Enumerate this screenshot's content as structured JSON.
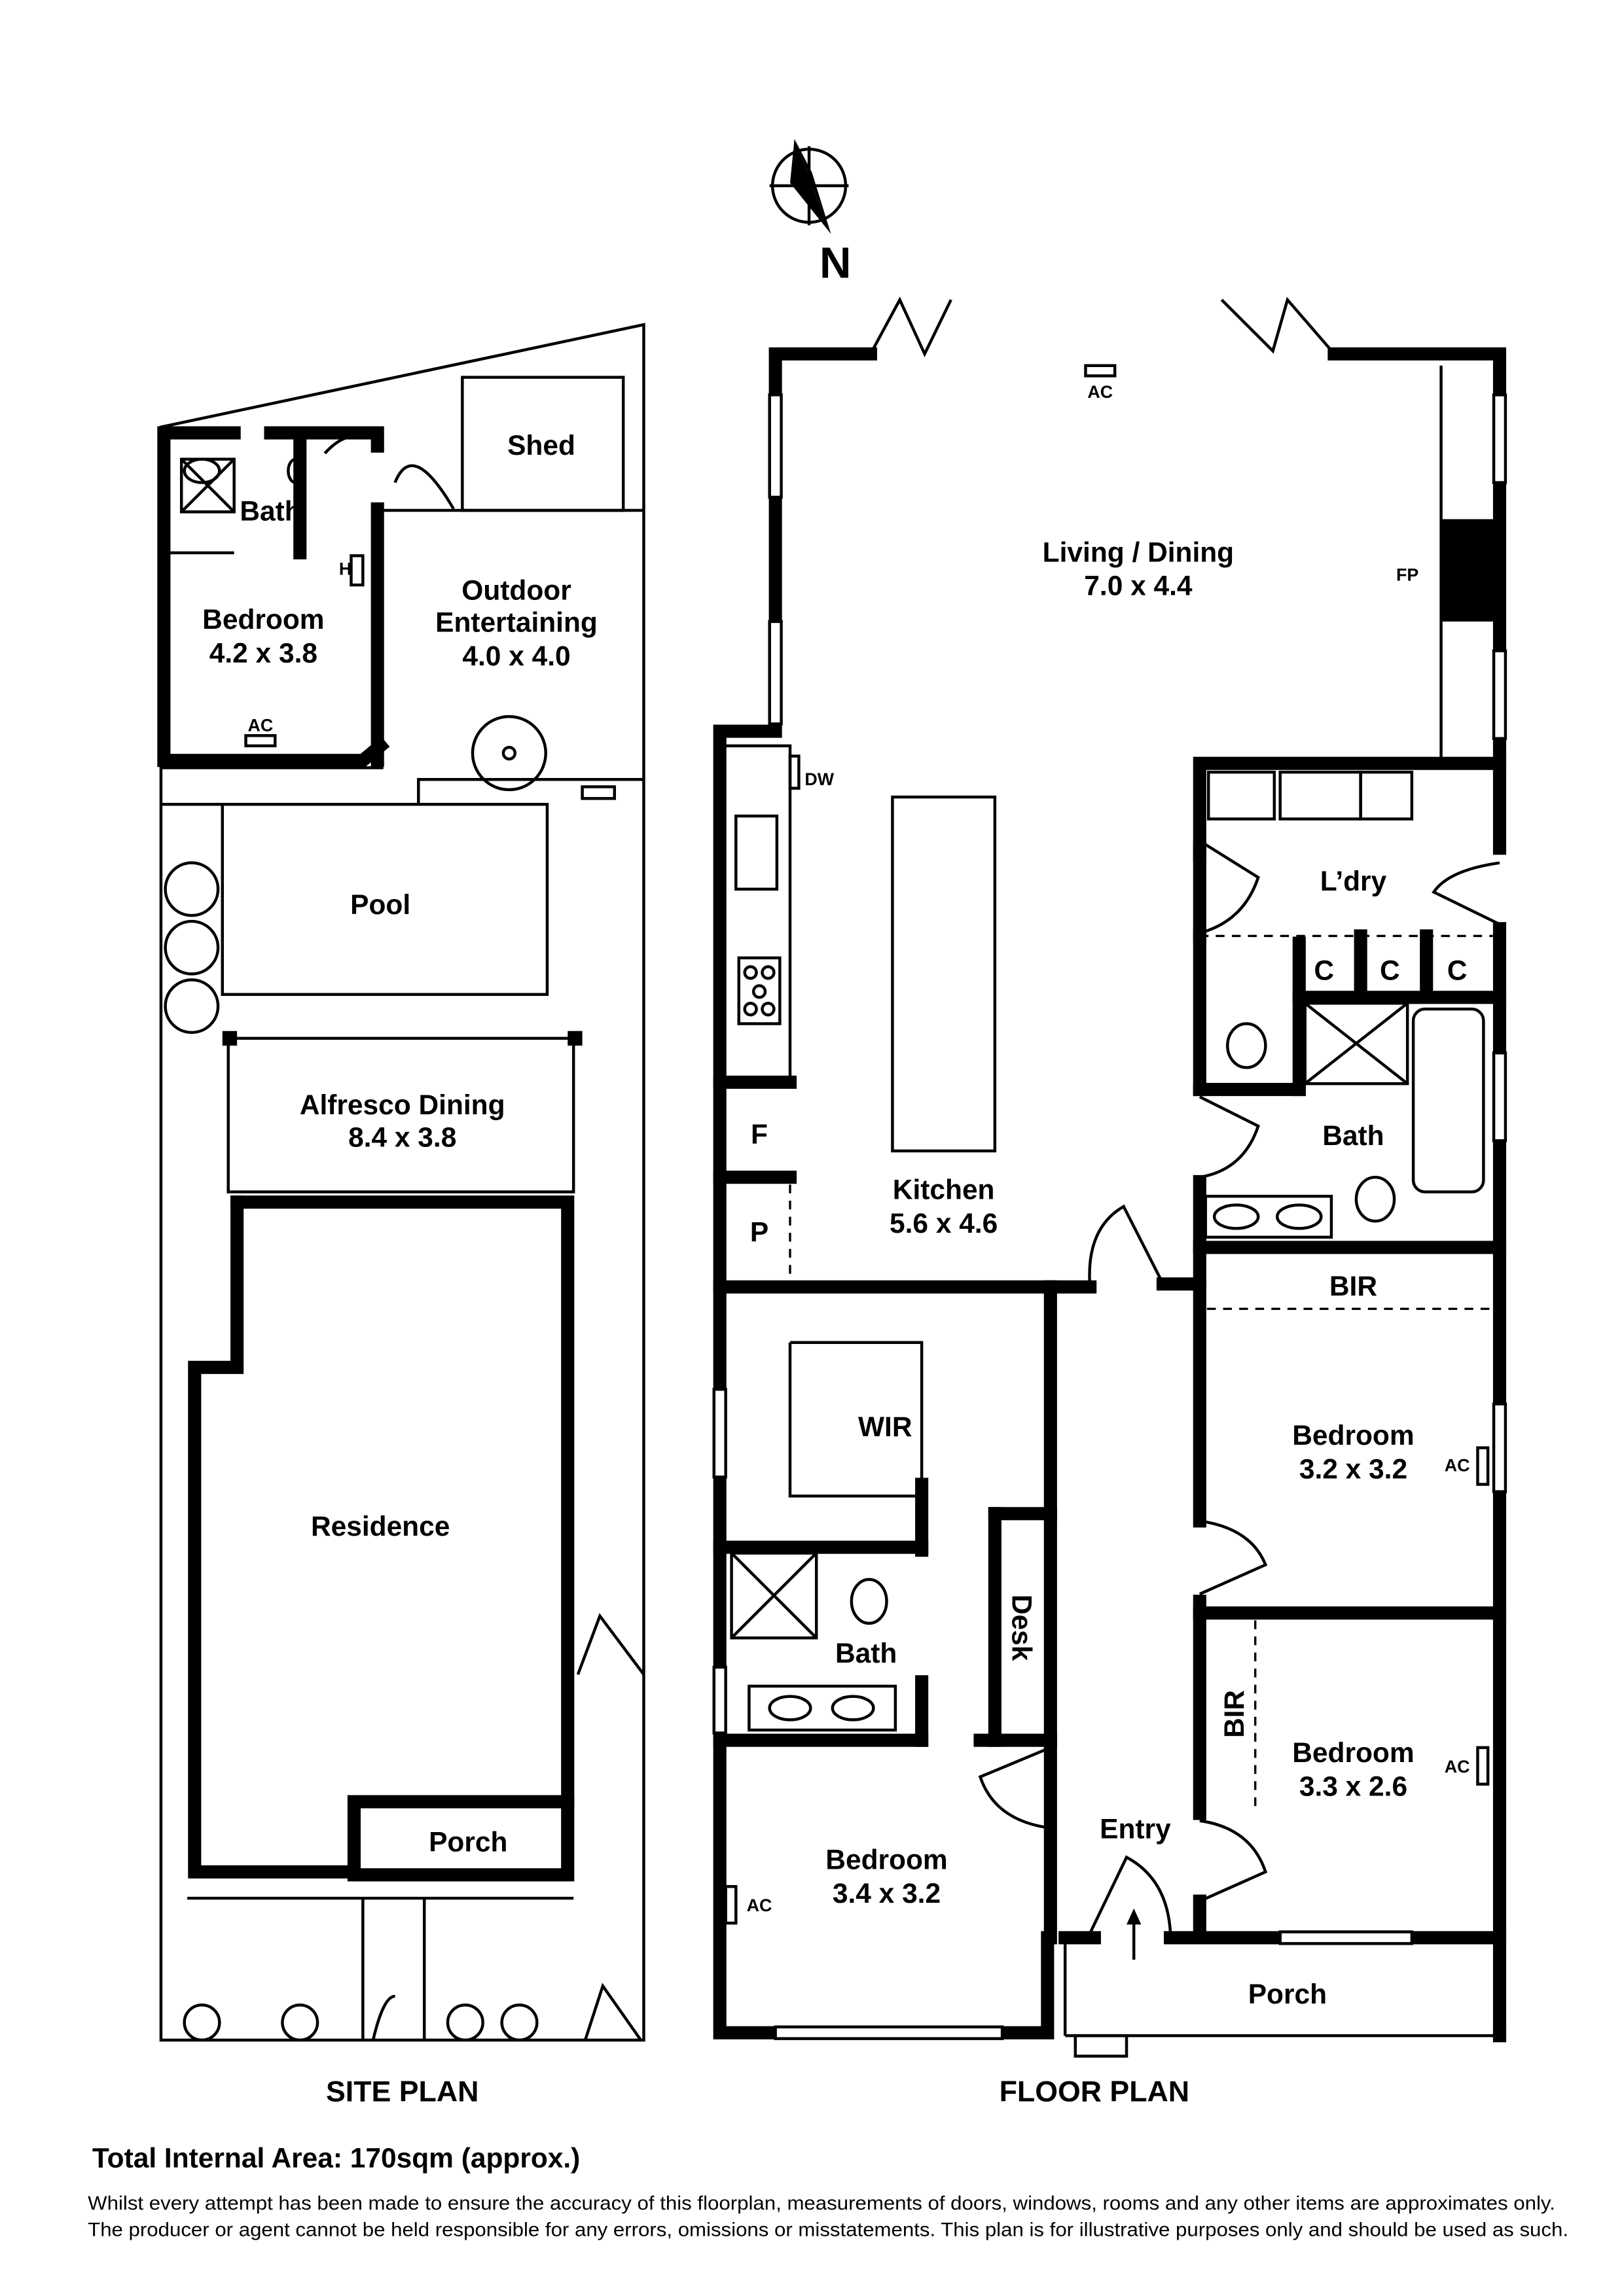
{
  "compass": {
    "label": "N"
  },
  "site_plan": {
    "caption": "SITE PLAN",
    "rooms": {
      "shed": "Shed",
      "bath": "Bath",
      "bedroom": {
        "name": "Bedroom",
        "size": "4.2 x 3.8"
      },
      "outdoor": {
        "name1": "Outdoor",
        "name2": "Entertaining",
        "size": "4.0 x 4.0"
      },
      "pool": "Pool",
      "alfresco": {
        "name": "Alfresco Dining",
        "size": "8.4 x 3.8"
      },
      "residence": "Residence",
      "porch": "Porch"
    },
    "markers": {
      "heater": "H",
      "ac": "AC"
    }
  },
  "floor_plan": {
    "caption": "FLOOR PLAN",
    "rooms": {
      "living": {
        "name": "Living / Dining",
        "size": "7.0 x 4.4"
      },
      "kitchen": {
        "name": "Kitchen",
        "size": "5.6 x 4.6"
      },
      "laundry": "L’dry",
      "bath_main": "Bath",
      "bir_top": "BIR",
      "bedroom_2": {
        "name": "Bedroom",
        "size": "3.2 x 3.2"
      },
      "bedroom_3": {
        "name": "Bedroom",
        "size": "3.3 x 2.6"
      },
      "bir_side": "BIR",
      "wir": "WIR",
      "ensuite": "Bath",
      "desk": "Desk",
      "bedroom_1": {
        "name": "Bedroom",
        "size": "3.4 x 3.2"
      },
      "entry": "Entry",
      "porch": "Porch",
      "fridge": "F",
      "pantry": "P",
      "cupboards": [
        "C",
        "C",
        "C"
      ]
    },
    "markers": {
      "ac": "AC",
      "fp": "FP",
      "dw": "DW"
    }
  },
  "footer": {
    "total_area": "Total Internal Area: 170sqm (approx.)",
    "disclaimer_1": "Whilst every attempt has been made to ensure the accuracy of this floorplan, measurements of doors, windows, rooms and any other items are approximates only.",
    "disclaimer_2": "The producer or agent cannot be held responsible for any errors, omissions or misstatements. This plan is for illustrative purposes only and should be used as such."
  }
}
